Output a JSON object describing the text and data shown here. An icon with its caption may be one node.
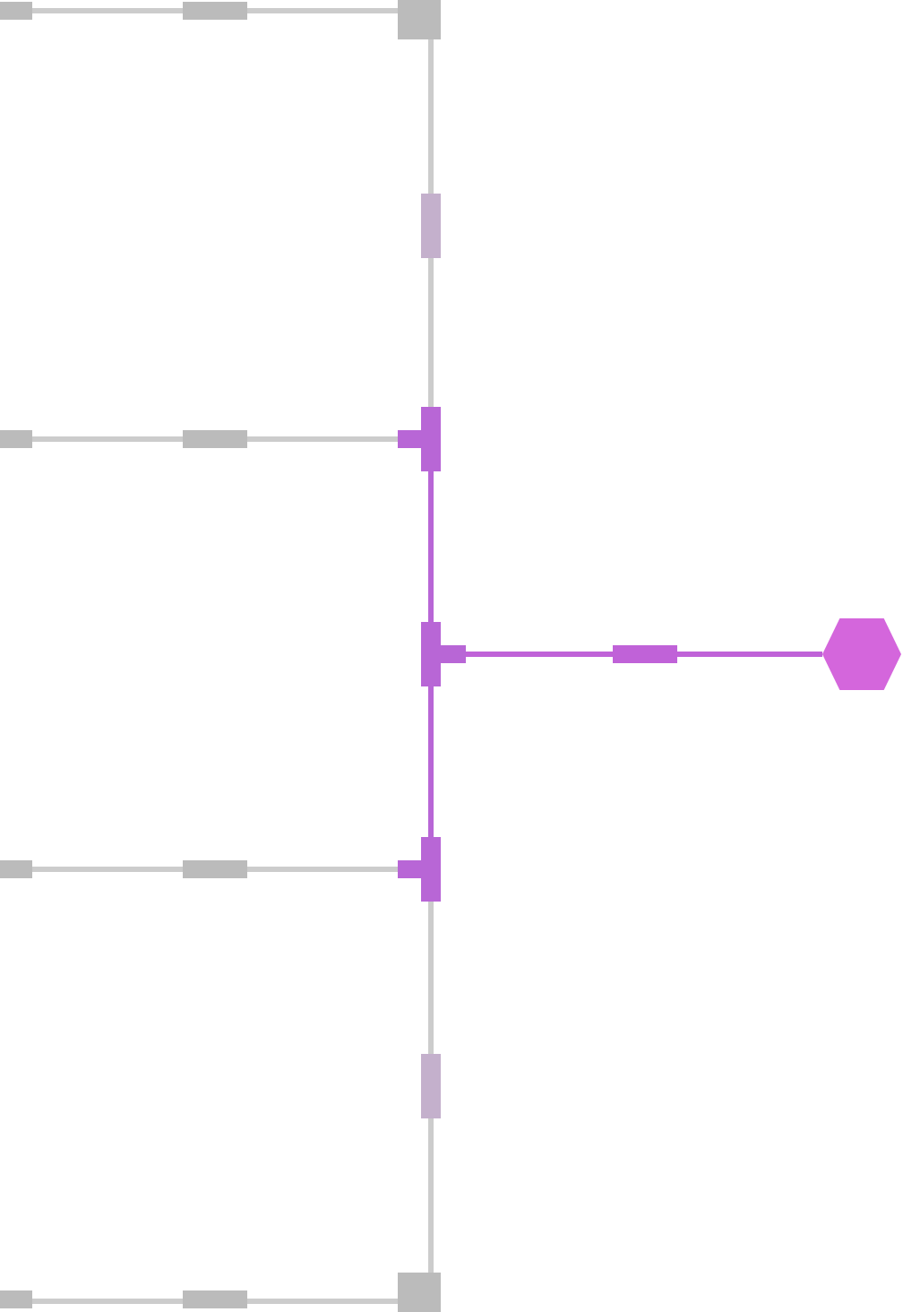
{
  "diagram": {
    "nodes": [
      {
        "text": [],
        "shape": "hexagon"
      },
      {
        "text": [],
        "shape": "bar"
      },
      {
        "text": [],
        "shape": "bar"
      },
      {
        "text": [],
        "shape": "bar"
      }
    ],
    "edges": [
      {
        "from": 2,
        "to": 0,
        "arrow": "none",
        "color": "#c062d8"
      },
      {
        "from": 1,
        "to": 2,
        "arrow": "none",
        "color": "#b866d6"
      },
      {
        "from": 3,
        "to": 2,
        "arrow": "none",
        "color": "#b866d6"
      },
      {
        "from": null,
        "to": 1,
        "arrow": "none",
        "color": "#cccccc"
      },
      {
        "from": null,
        "to": 3,
        "arrow": "none",
        "color": "#cccccc"
      },
      {
        "from": null,
        "to": 1,
        "arrow": "none",
        "color": "#cccccc"
      },
      {
        "from": null,
        "to": 3,
        "arrow": "none",
        "color": "#cccccc"
      }
    ]
  }
}
